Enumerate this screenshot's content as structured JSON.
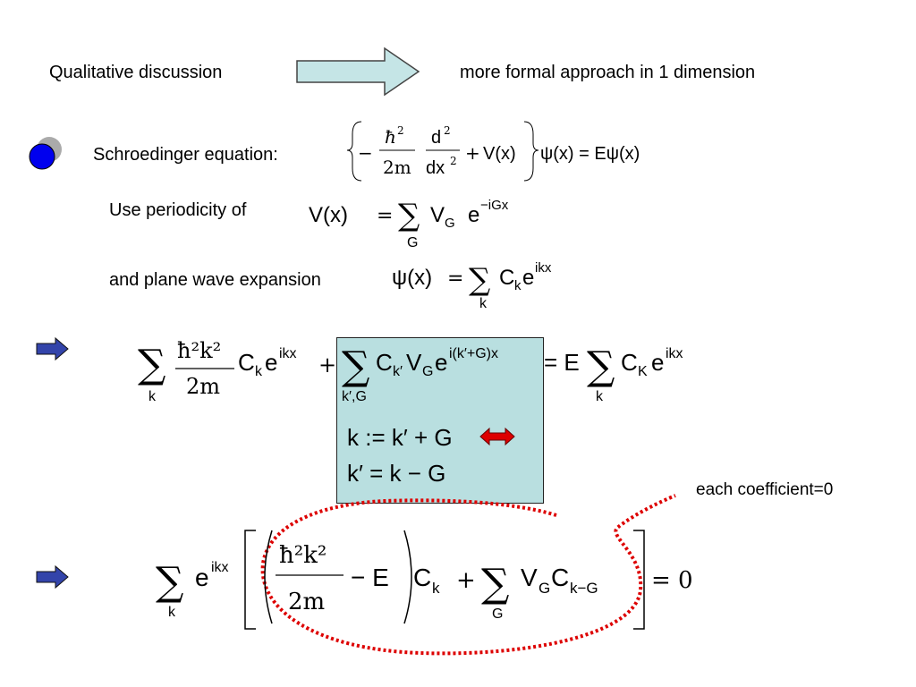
{
  "header": {
    "left_label": "Qualitative discussion",
    "right_label": "more formal approach in 1 dimension"
  },
  "lines": {
    "schroedinger_label": "Schroedinger equation:",
    "periodicity_label": "Use periodicity of",
    "plane_wave_label": "and plane wave expansion",
    "each_coefficient_label": "each coefficient=0"
  },
  "eq_schroedinger": {
    "minus": "−",
    "hbar": "ħ",
    "sq": "2",
    "two_m": "2m",
    "d2": "d",
    "dx2": "dx",
    "plus": "+",
    "v": "V(x)",
    "psi": "ψ(x) = Eψ(x)"
  },
  "eq_potential": {
    "lhs": "V(x)",
    "eq": "=",
    "sum": "∑",
    "sub": "G",
    "term": "V",
    "term_sub": "G",
    "exp_base": "e",
    "exp": "−iGx"
  },
  "eq_psi": {
    "lhs": "ψ(x)",
    "eq": "=",
    "sum": "∑",
    "sub": "k",
    "term": "C",
    "term_sub": "k",
    "exp_base": "e",
    "exp": "ikx"
  },
  "eq_main": {
    "sum": "∑",
    "k": "k",
    "hbar2k2": "ħ²k²",
    "two_m": "2m",
    "ck": "C",
    "ck_sub": "k",
    "e": "e",
    "ikx": "ikx",
    "plus": "+",
    "sum2_sub": "k′,G",
    "ckp": "C",
    "ckp_sub": "k′",
    "vg": "V",
    "vg_sub": "G",
    "exp2": "i(k′+G)x",
    "eq": "= E",
    "ck_sub2": "K"
  },
  "box": {
    "line1": "k := k′ + G",
    "line2": "k′ = k − G"
  },
  "eq_final": {
    "sum": "∑",
    "k": "k",
    "e": "e",
    "ikx": "ikx",
    "hbar2k2": "ħ²k²",
    "two_m": "2m",
    "minus_e": "− E",
    "ck": "C",
    "ck_sub": "k",
    "plus": "+",
    "g": "G",
    "vg": "V",
    "vg_sub": "G",
    "c": "C",
    "c_sub": "k−G",
    "eq0": "= 0"
  },
  "colors": {
    "arrow_fill": "#c5e5e6",
    "box_fill": "#b9dfe0",
    "bullet_blue": "#0000ee",
    "bullet_gray": "#aaaaaa",
    "bullet_arrow": "#3344aa",
    "dotted_red": "#dd0000"
  },
  "icons": [
    "right-arrow-icon",
    "bullet-dot-icon",
    "bullet-arrow-icon",
    "double-arrow-icon",
    "callout-dotted-ellipse"
  ]
}
